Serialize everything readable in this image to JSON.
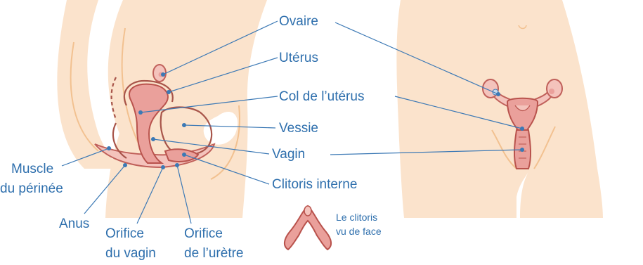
{
  "labels": {
    "ovaire": "Ovaire",
    "uterus": "Utérus",
    "col": "Col de l’utérus",
    "vessie": "Vessie",
    "vagin": "Vagin",
    "clitoris_interne": "Clitoris interne",
    "muscle_l1": "Muscle",
    "muscle_l2": "du périnée",
    "anus": "Anus",
    "orifice_vagin_l1": "Orifice",
    "orifice_vagin_l2": "du vagin",
    "orifice_uretre_l1": "Orifice",
    "orifice_uretre_l2": "de l’urètre",
    "clitoris_face_l1": "Le clitoris",
    "clitoris_face_l2": "vu de face"
  },
  "colors": {
    "label": "#2e6fad",
    "skin": "#fbe3cc",
    "organ": "#eaa09b",
    "organ_outline": "#b9534d"
  }
}
